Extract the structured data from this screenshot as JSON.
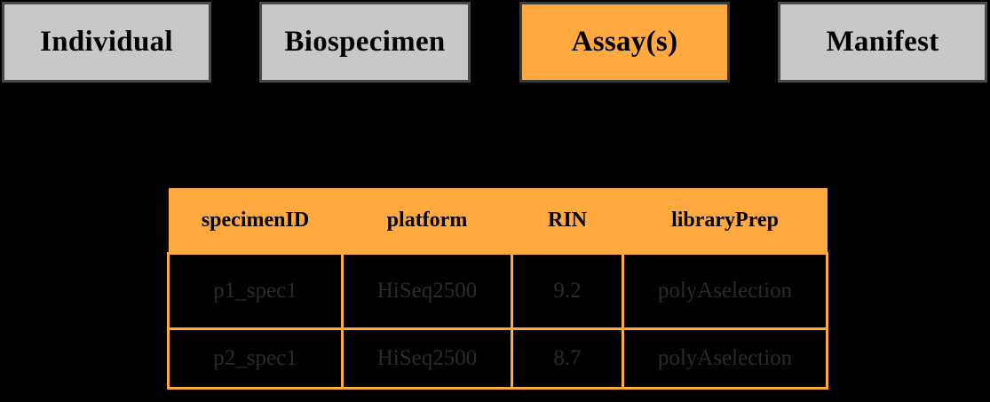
{
  "tabs": [
    {
      "id": "individual",
      "label": "Individual",
      "active": false,
      "background": "#c8c8c8"
    },
    {
      "id": "biospecimen",
      "label": "Biospecimen",
      "active": false,
      "background": "#c8c8c8"
    },
    {
      "id": "assays",
      "label": "Assay(s)",
      "active": true,
      "background": "#ffa940"
    },
    {
      "id": "manifest",
      "label": "Manifest",
      "active": false,
      "background": "#c8c8c8"
    }
  ],
  "table": {
    "headers": [
      "specimenID",
      "platform",
      "RIN",
      "libraryPrep"
    ],
    "rows": [
      {
        "specimenID": "p1_spec1",
        "platform": "HiSeq2500",
        "RIN": "9.2",
        "libraryPrep": "polyAselection"
      },
      {
        "specimenID": "p2_spec1",
        "platform": "HiSeq2500",
        "RIN": "8.7",
        "libraryPrep": "polyAselection"
      }
    ]
  },
  "colors": {
    "accent": "#ffa940",
    "tab_inactive": "#c8c8c8",
    "background": "#000000",
    "cell_text": "#2b2b2b"
  }
}
